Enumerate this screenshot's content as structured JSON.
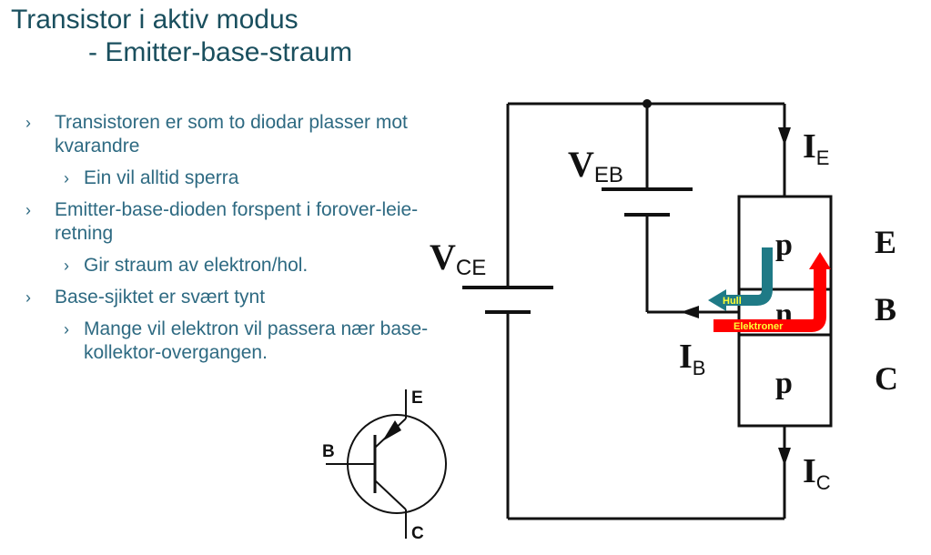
{
  "title": {
    "line1": "Transistor i aktiv modus",
    "line2": "- Emitter-base-straum"
  },
  "bullets": [
    {
      "level": 1,
      "marker": "›",
      "text": "Transistoren er som to diodar plasser mot kvarandre"
    },
    {
      "level": 2,
      "marker": "›",
      "text": "Ein vil alltid sperra"
    },
    {
      "level": 1,
      "marker": "›",
      "text": "Emitter-base-dioden forspent i forover-leie-retning"
    },
    {
      "level": 2,
      "marker": "›",
      "text": "Gir straum av elektron/hol."
    },
    {
      "level": 1,
      "marker": "›",
      "text": "Base-sjiktet er svært tynt"
    },
    {
      "level": 2,
      "marker": "›",
      "text": "Mange vil elektron vil passera nær base-kollektor-overgangen."
    }
  ],
  "symbol": {
    "e": "E",
    "b": "B",
    "c": "C"
  },
  "circuit": {
    "vce": {
      "main": "V",
      "sub": "CE"
    },
    "veb": {
      "main": "V",
      "sub": "EB"
    },
    "ie": {
      "main": "I",
      "sub": "E"
    },
    "ib": {
      "main": "I",
      "sub": "B"
    },
    "ic": {
      "main": "I",
      "sub": "C"
    },
    "layers": {
      "top": "p",
      "middle": "n",
      "bottom": "p"
    },
    "side": {
      "e": "E",
      "b": "B",
      "c": "C"
    },
    "hull": "Hull",
    "elektroner": "Elektroner",
    "colors": {
      "hull_arrow": "#1f7a86",
      "electron_arrow": "#ff0000",
      "label_text": "#ffff33"
    }
  }
}
